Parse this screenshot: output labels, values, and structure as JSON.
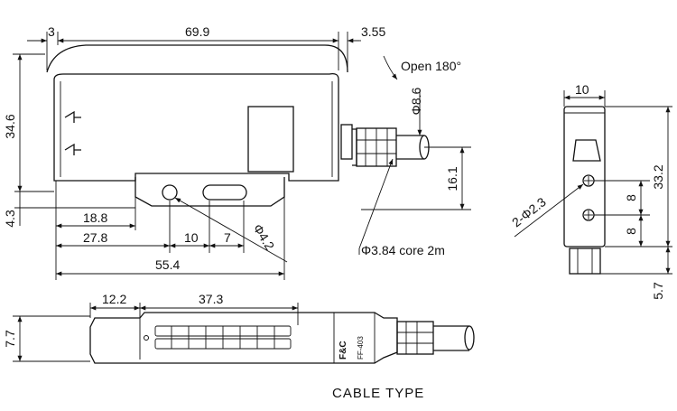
{
  "dims": {
    "top_width": "69.9",
    "left_offset": "3",
    "right_offset": "3.55",
    "height": "34.6",
    "cable_dia": "Φ8.6",
    "cable_height": "16.1",
    "bottom_offset": "4.3",
    "d1": "18.8",
    "d2": "27.8",
    "d3": "10",
    "d4": "7",
    "hole": "Φ4.2",
    "total_len": "55.4",
    "side_width": "10",
    "side_height": "33.2",
    "side_pitch_a": "8",
    "side_pitch_b": "8",
    "side_bottom": "5.7",
    "side_holes": "2-Φ2.3",
    "bot_d1": "12.2",
    "bot_d2": "37.3",
    "bot_h": "7.7"
  },
  "labels": {
    "open": "Open 180°",
    "core": "Φ3.84 core 2m",
    "cable_type": "CABLE TYPE",
    "brand": "F&C",
    "model": "FF-403"
  }
}
